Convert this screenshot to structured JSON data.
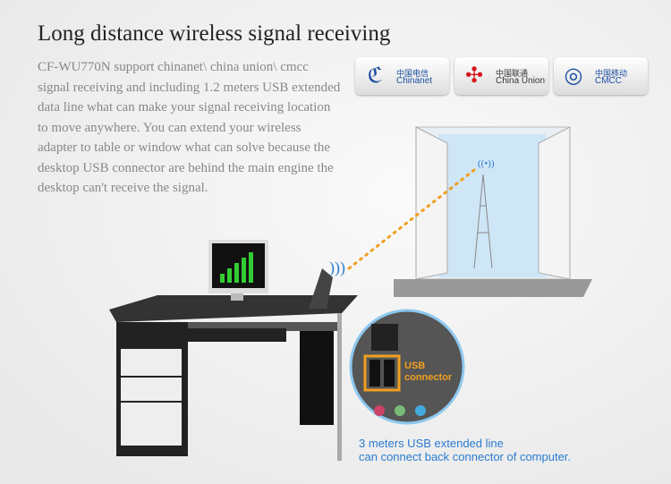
{
  "header": {
    "title": "Long distance wireless signal receiving"
  },
  "description": "CF-WU770N support chinanet\\ china union\\ cmcc signal receiving and including 1.2 meters USB extended data line what can make your signal receiving location to move anywhere. You can extend your wireless adapter to table or window what can solve because the desktop USB connector are behind the main engine the desktop can't receive the signal.",
  "logos": [
    {
      "cn": "中国电信",
      "en": "Chinanet",
      "icon": "chinanet-logo-icon",
      "color": "#1a4fa0"
    },
    {
      "cn": "中国联通",
      "en": "China Union",
      "icon": "china-unicom-logo-icon",
      "color": "#d7141a"
    },
    {
      "cn": "中国移动",
      "en": "CMCC",
      "icon": "cmcc-logo-icon",
      "color": "#1a4fa0"
    }
  ],
  "callout": {
    "usb_line1": "USB",
    "usb_line2": "connector",
    "caption_line1": "3 meters USB extended line",
    "caption_line2": "can connect back connector of computer."
  }
}
